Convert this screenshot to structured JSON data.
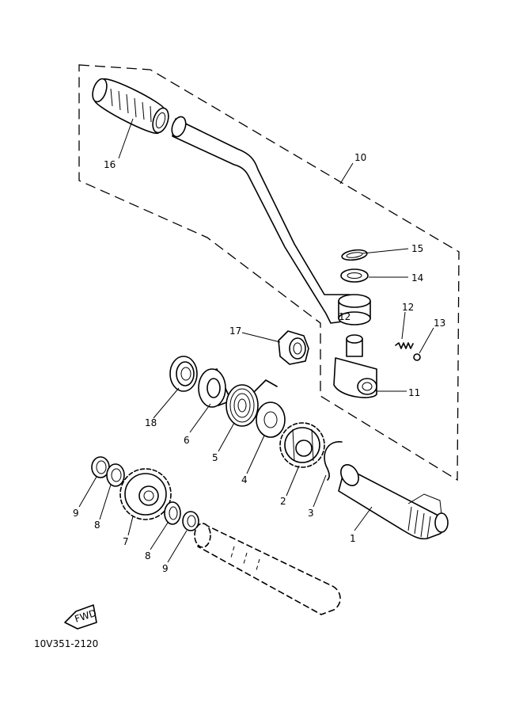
{
  "callouts": {
    "p1": "1",
    "p2": "2",
    "p3": "3",
    "p4": "4",
    "p5": "5",
    "p6": "6",
    "p7": "7",
    "p8a": "8",
    "p8b": "8",
    "p9a": "9",
    "p9b": "9",
    "p10": "10",
    "p11": "11",
    "p12": "12",
    "p13": "13",
    "p14": "14",
    "p15": "15",
    "p16": "16",
    "p17": "17",
    "p18": "18"
  },
  "fwd_label": "FWD",
  "drawing_number": "10V351-2120",
  "mark_12": "12",
  "ink_color": "#000000",
  "paper_color": "#ffffff"
}
